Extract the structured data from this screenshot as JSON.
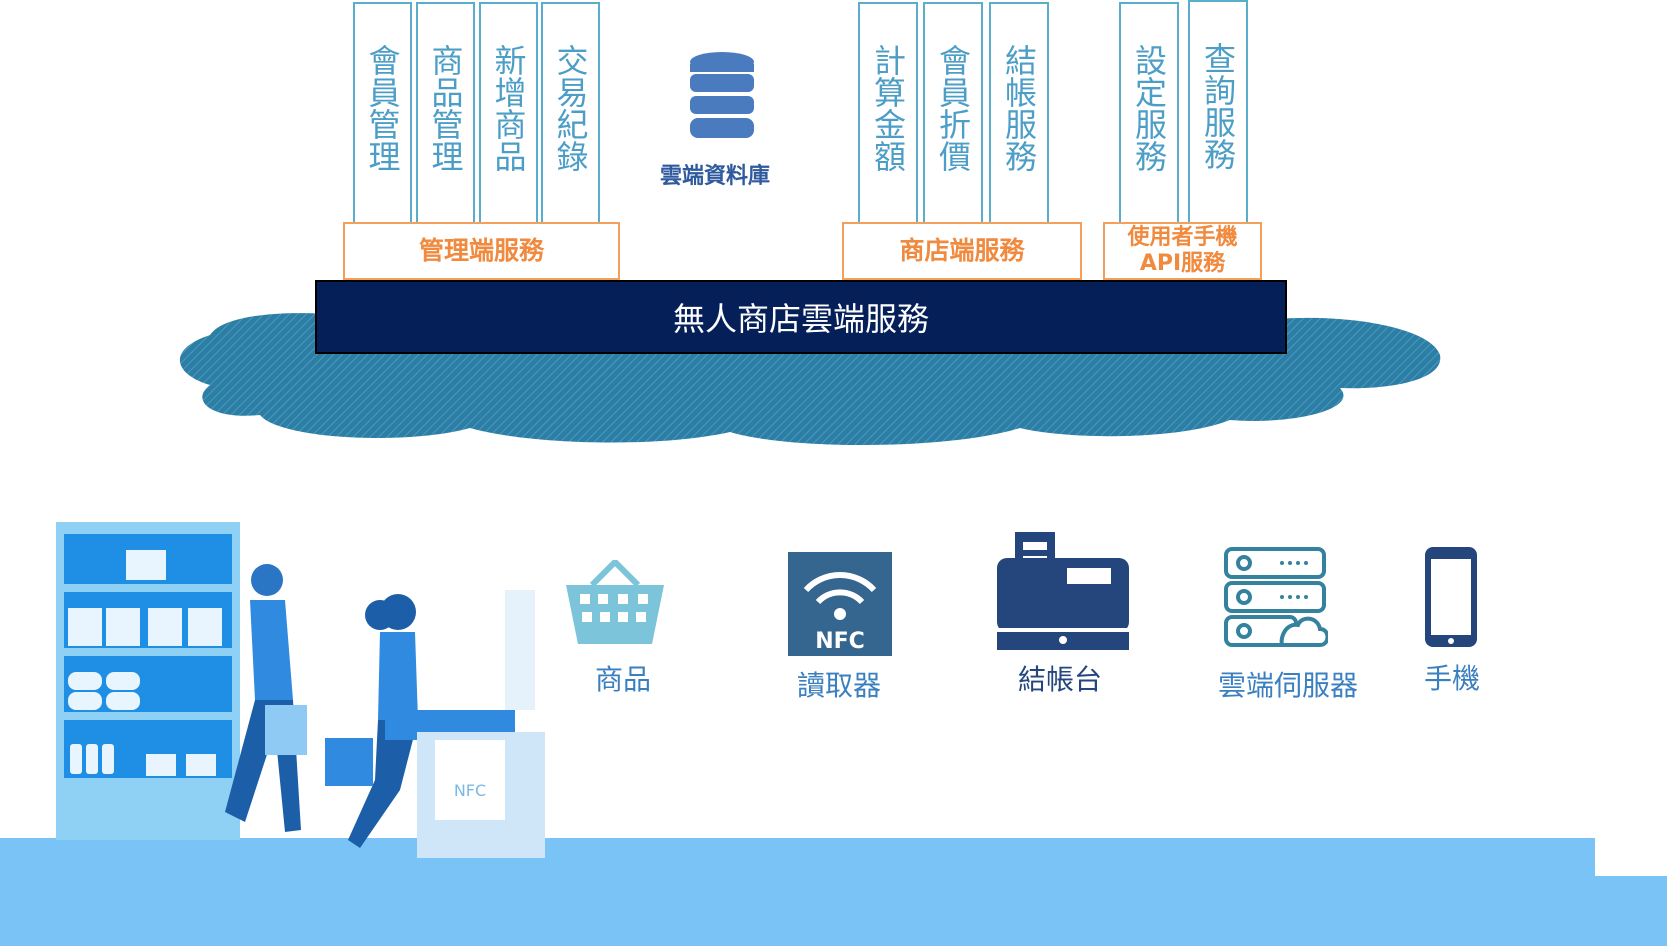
{
  "admin_modules": [
    "會員管理",
    "商品管理",
    "新增商品",
    "交易紀錄"
  ],
  "admin_group": "管理端服務",
  "database_label": "雲端資料庫",
  "store_modules": [
    "計算金額",
    "會員折價",
    "結帳服務"
  ],
  "store_group": "商店端服務",
  "mobile_modules": [
    "設定服務",
    "查詢服務"
  ],
  "mobile_group_line1": "使用者手機",
  "mobile_group_line2": "API服務",
  "cloud_service": "無人商店雲端服務",
  "nfc_text": "NFC",
  "devices": {
    "product": "商品",
    "reader": "讀取器",
    "checkout": "結帳台",
    "cloud_server": "雲端伺服器",
    "phone": "手機"
  },
  "colors": {
    "banner": "#051f59",
    "cloud": "#2f7fa3",
    "module_border": "#5aaecb",
    "group_border": "#f5a05a",
    "ground": "#7ac3f7"
  }
}
